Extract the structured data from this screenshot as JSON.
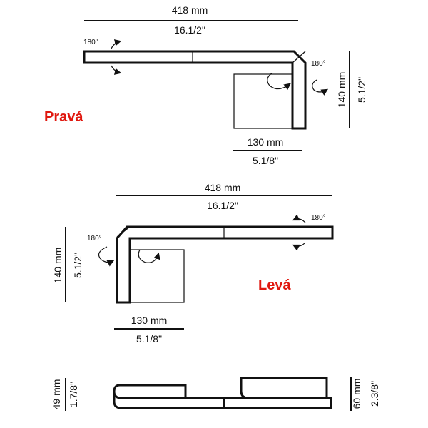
{
  "right": {
    "label": "Pravá",
    "length_mm": "418 mm",
    "length_in": "16.1/2\"",
    "rotate_top": "180°",
    "rotate_side": "180°",
    "height_mm": "140 mm",
    "height_in": "5.1/2\"",
    "width_mm": "130 mm",
    "width_in": "5.1/8\""
  },
  "left": {
    "label": "Levá",
    "length_mm": "418 mm",
    "length_in": "16.1/2\"",
    "rotate_top": "180°",
    "rotate_side": "180°",
    "height_mm": "140 mm",
    "height_in": "5.1/2\"",
    "width_mm": "130 mm",
    "width_in": "5.1/8\""
  },
  "side_view": {
    "left_mm": "49 mm",
    "left_in": "1.7/8\"",
    "right_mm": "60 mm",
    "right_in": "2.3/8\""
  }
}
